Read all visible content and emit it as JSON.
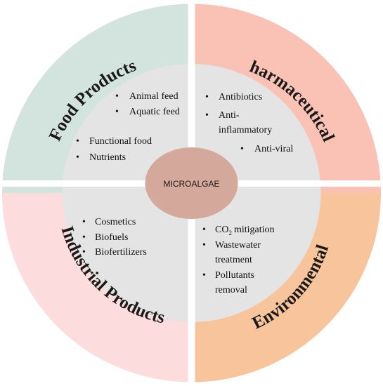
{
  "center": {
    "label": "MICROALGAE"
  },
  "quadrants": {
    "food": {
      "title": "Food Products",
      "color": "#d3e4de",
      "items": [
        "Animal feed",
        "Aquatic feed",
        "Functional food",
        "Nutrients"
      ]
    },
    "pharma": {
      "title": "Pharmaceuticals",
      "color": "#f9c2b4",
      "items": [
        "Antibiotics",
        "Anti-",
        "inflammatory",
        "Anti-viral"
      ]
    },
    "industrial": {
      "title": "Industrial Products",
      "color": "#fcdcdc",
      "items": [
        "Cosmetics",
        "Biofuels",
        "Biofertilizers"
      ]
    },
    "environmental": {
      "title": "Environmental",
      "color": "#f8c49c",
      "items": [
        "CO",
        "2",
        "mitigation",
        "Wastewater",
        "treatment",
        "Pollutants",
        "removal"
      ]
    }
  },
  "colors": {
    "inner_circle": "#e4e4e4",
    "center_ellipse": "#d4a99c",
    "divider": "#ffffff"
  }
}
